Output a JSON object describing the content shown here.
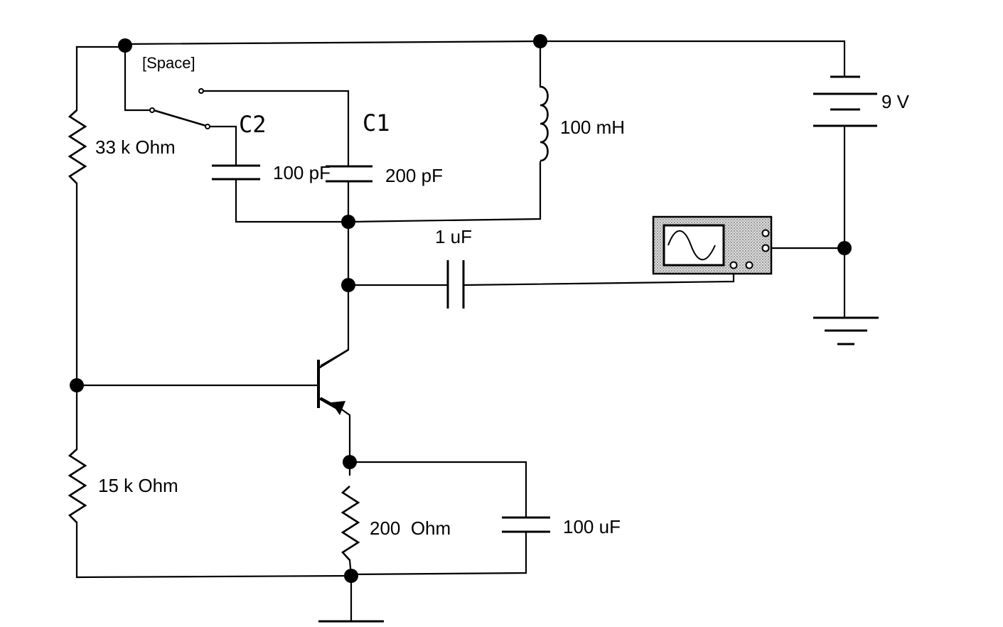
{
  "labels": {
    "switch_key": "[Space]",
    "c2_name": "C2",
    "c1_name": "C1",
    "r1": "33 k Ohm",
    "c2_value": "100 pF",
    "c1_value": "200 pF",
    "inductor": "100 mH",
    "battery": "9 V",
    "coupling_cap": "1 uF",
    "r2": "15 k Ohm",
    "re": "200  Ohm",
    "ce": "100 uF"
  },
  "icons": {
    "oscilloscope": "oscilloscope-icon",
    "transistor": "npn-transistor-icon",
    "ground": "ground-icon",
    "battery": "battery-icon",
    "switch": "spdt-switch-icon"
  },
  "colors": {
    "wire": "#000000",
    "scope_body": "#c8c8c8",
    "scope_screen": "#ffffff"
  }
}
